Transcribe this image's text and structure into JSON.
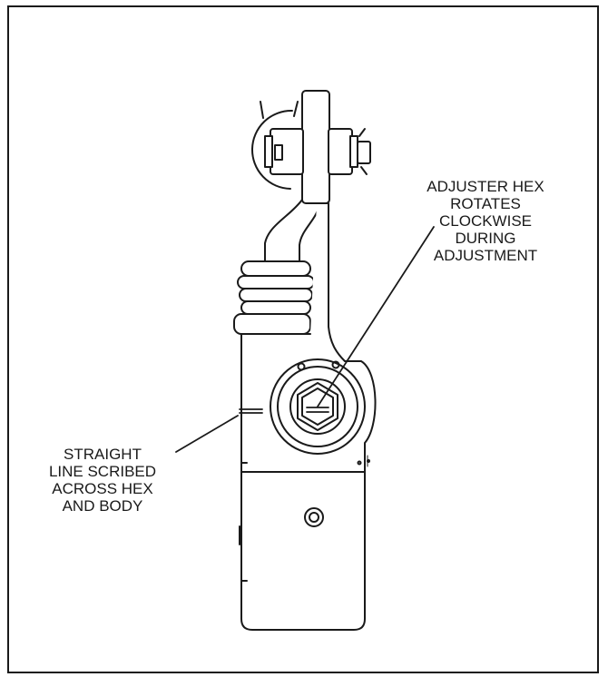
{
  "figure": {
    "callouts": {
      "adjuster_hex": {
        "lines": [
          "ADJUSTER HEX",
          "ROTATES",
          "CLOCKWISE",
          "DURING",
          "ADJUSTMENT"
        ]
      },
      "scribed_line": {
        "lines": [
          "STRAIGHT",
          "LINE SCRIBED",
          "ACROSS HEX",
          "AND BODY"
        ]
      }
    },
    "colors": {
      "ink": "#1a1a1a",
      "paper": "#ffffff"
    }
  }
}
